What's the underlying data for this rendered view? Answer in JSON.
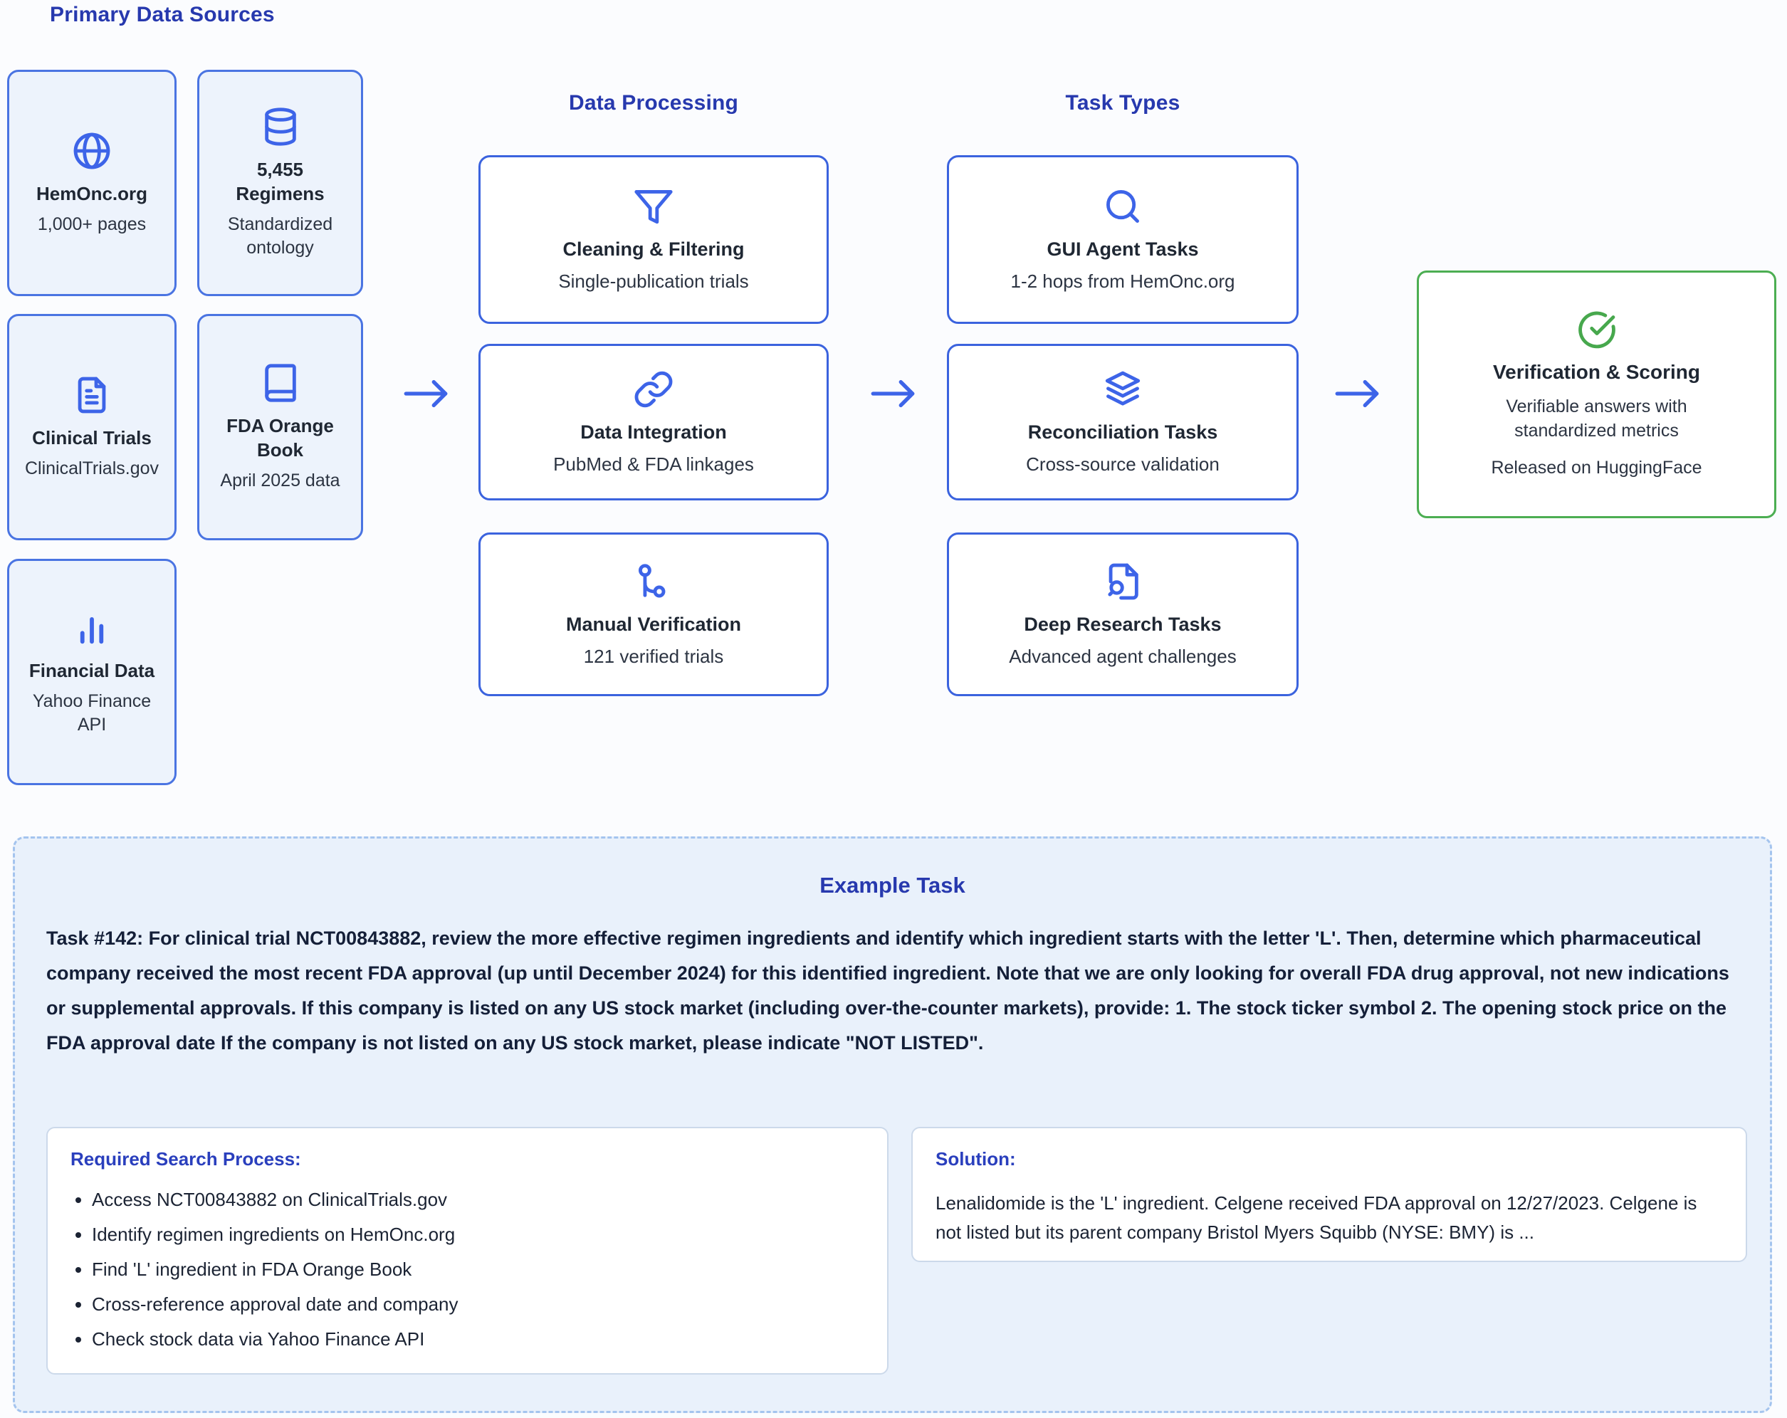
{
  "colors": {
    "accent_blue": "#3d64e8",
    "header_blue": "#2739ae",
    "source_card_bg": "#edf3fc",
    "source_card_border": "#4a74e2",
    "process_card_border": "#3b63de",
    "green": "#4cae52",
    "example_bg": "#e9f1fb",
    "example_border": "#a4c4ee",
    "dark_text": "#1f2733"
  },
  "sources": {
    "title": "Primary Data Sources",
    "cards": [
      {
        "icon": "globe-icon",
        "title": "HemOnc.org",
        "subtitle": "1,000+ pages"
      },
      {
        "icon": "database-icon",
        "title": "5,455 Regimens",
        "subtitle": "Standardized ontology"
      },
      {
        "icon": "file-text-icon",
        "title": "Clinical Trials",
        "subtitle": "ClinicalTrials.gov"
      },
      {
        "icon": "book-icon",
        "title": "FDA Orange Book",
        "subtitle": "April 2025 data"
      },
      {
        "icon": "bar-chart-icon",
        "title": "Financial Data",
        "subtitle": "Yahoo Finance API"
      }
    ]
  },
  "processing": {
    "title": "Data Processing",
    "cards": [
      {
        "icon": "filter-icon",
        "title": "Cleaning & Filtering",
        "subtitle": "Single-publication trials"
      },
      {
        "icon": "link-icon",
        "title": "Data Integration",
        "subtitle": "PubMed & FDA linkages"
      },
      {
        "icon": "route-icon",
        "title": "Manual Verification",
        "subtitle": "121 verified trials"
      }
    ]
  },
  "tasks": {
    "title": "Task Types",
    "cards": [
      {
        "icon": "search-icon",
        "title": "GUI Agent Tasks",
        "subtitle": "1-2 hops from HemOnc.org"
      },
      {
        "icon": "layers-icon",
        "title": "Reconciliation Tasks",
        "subtitle": "Cross-source validation"
      },
      {
        "icon": "file-search-icon",
        "title": "Deep Research Tasks",
        "subtitle": "Advanced agent challenges"
      }
    ]
  },
  "verification": {
    "icon": "circle-check-icon",
    "title": "Verification & Scoring",
    "line1": "Verifiable answers with standardized metrics",
    "line2": "Released on HuggingFace"
  },
  "example": {
    "title": "Example Task",
    "task_text": "Task #142: For clinical trial NCT00843882, review the more effective regimen ingredients and identify which ingredient starts with the letter 'L'. Then, determine which pharmaceutical company received the most recent FDA approval (up until December 2024) for this identified ingredient. Note that we are only looking for overall FDA drug approval, not new indications or supplemental approvals. If this company is listed on any US stock market (including over-the-counter markets), provide: 1. The stock ticker symbol 2. The opening stock price on the FDA approval date If the company is not listed on any US stock market, please indicate \"NOT LISTED\".",
    "search_process": {
      "title": "Required Search Process:",
      "items": [
        "Access NCT00843882 on ClinicalTrials.gov",
        "Identify regimen ingredients on HemOnc.org",
        "Find 'L' ingredient in FDA Orange Book",
        "Cross-reference approval date and company",
        "Check stock data via Yahoo Finance API"
      ]
    },
    "solution": {
      "title": "Solution:",
      "text": "Lenalidomide is the 'L' ingredient. Celgene received FDA approval on 12/27/2023. Celgene is not listed but its parent company Bristol Myers Squibb (NYSE: BMY) is ..."
    }
  }
}
